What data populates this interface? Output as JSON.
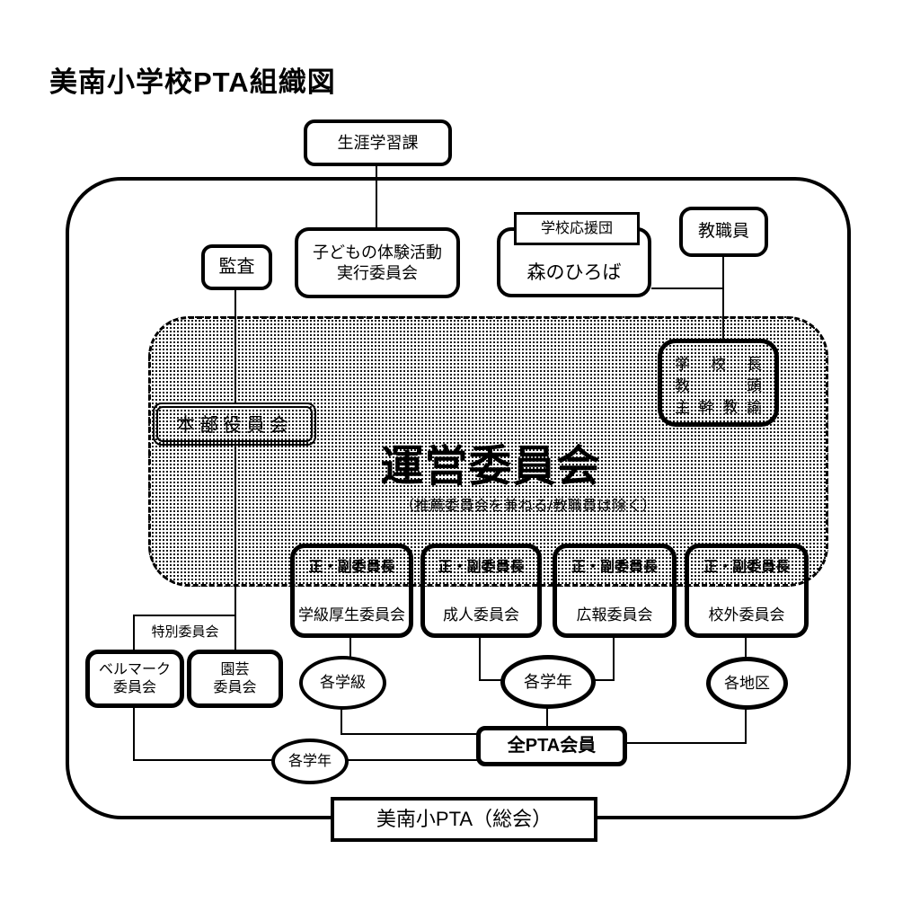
{
  "title": "美南小学校PTA組織図",
  "nodes": {
    "lifelong_learning": {
      "label": "生涯学習課"
    },
    "audit": {
      "label": "監査"
    },
    "children_activity": {
      "line1": "子どもの体験活動",
      "line2": "実行委員会"
    },
    "school_support_group": {
      "label": "学校応援団"
    },
    "forest_plaza": {
      "label": "森のひろば"
    },
    "teaching_staff": {
      "label": "教職員"
    },
    "school_admin": {
      "line1": "学校長",
      "line2": "教頭",
      "line3": "主幹教諭"
    },
    "hq_officers": {
      "label": "本部役員会"
    },
    "steering_committee": {
      "label": "運営委員会",
      "note": "（推薦委員会を兼ねる/教職員は除く）"
    },
    "committees": [
      {
        "chair": "正・副委員長",
        "name": "学級厚生委員会"
      },
      {
        "chair": "正・副委員長",
        "name": "成人委員会"
      },
      {
        "chair": "正・副委員長",
        "name": "広報委員会"
      },
      {
        "chair": "正・副委員長",
        "name": "校外委員会"
      }
    ],
    "special_committee": {
      "label": "特別委員会"
    },
    "bellmark_committee": {
      "line1": "ベルマーク",
      "line2": "委員会"
    },
    "gardening_committee": {
      "line1": "園芸",
      "line2": "委員会"
    },
    "each_class": {
      "label": "各学級"
    },
    "each_grade_center": {
      "label": "各学年"
    },
    "each_district": {
      "label": "各地区"
    },
    "each_grade_left": {
      "label": "各学年"
    },
    "all_pta_members": {
      "label": "全PTA会員"
    },
    "general_assembly": {
      "label": "美南小PTA（総会）"
    }
  },
  "colors": {
    "ink": "#000000",
    "paper": "#ffffff"
  }
}
